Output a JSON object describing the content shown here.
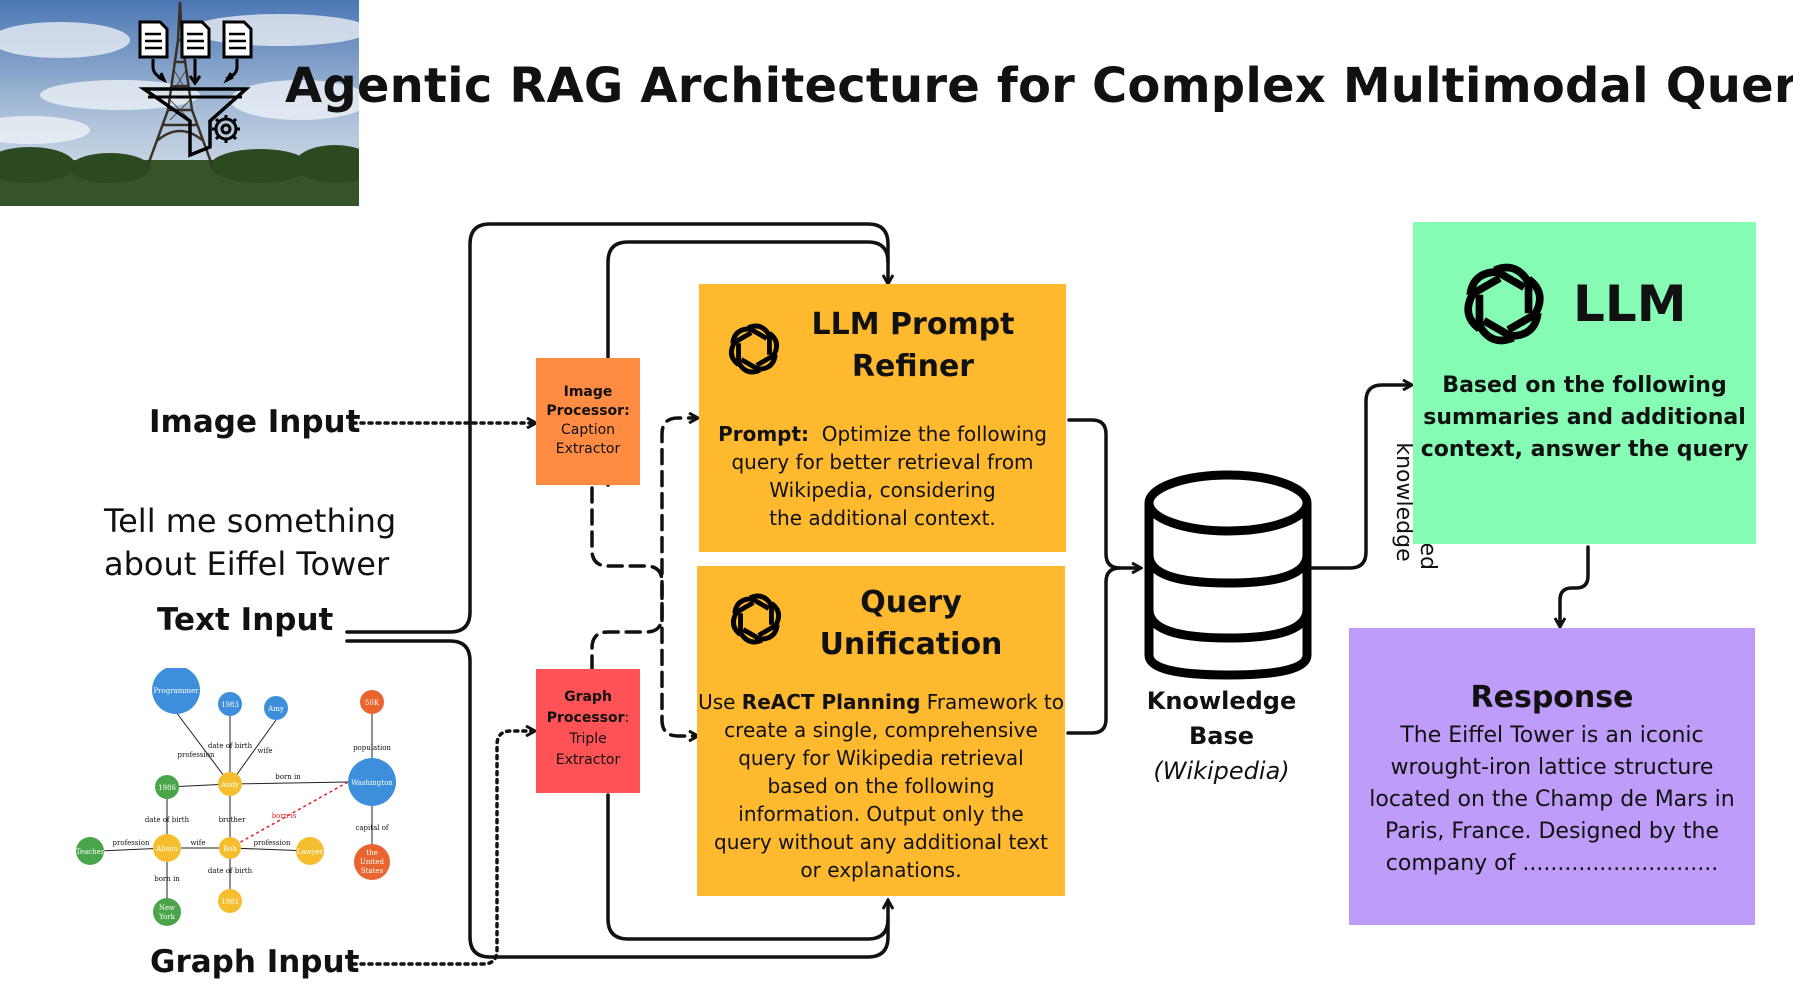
{
  "title": "Agentic RAG Architecture for Complex Multimodal Queries",
  "icons": {
    "header": "document-funnel-gear-icon",
    "brand": "openai-logo-icon",
    "database": "database-icon",
    "photo": "eiffel-tower-photo",
    "graph": "knowledge-graph-icon"
  },
  "inputs": {
    "image_label": "Image Input",
    "text_query_line1": "Tell me something",
    "text_query_line2": "about Eiffel Tower",
    "text_label": "Text Input",
    "graph_label": "Graph Input"
  },
  "image_processor": {
    "title": "Image Processor:",
    "line1": "Caption",
    "line2": "Extractor"
  },
  "graph_processor": {
    "title1": "Graph",
    "title2": "Processor",
    "suffix": ":",
    "line1": "Triple",
    "line2": "Extractor"
  },
  "refiner": {
    "title_line1": "LLM Prompt",
    "title_line2": "Refiner",
    "prompt_label": "Prompt:",
    "body_line1": "Optimize the following",
    "body_line2": "query for better retrieval from",
    "body_line3": "Wikipedia, considering",
    "body_line4": "the additional context."
  },
  "unification": {
    "title_line1": "Query",
    "title_line2": "Unification",
    "use": "Use",
    "framework_bold": "ReACT Planning",
    "framework_rest": "Framework to",
    "line2": "create a single, comprehensive",
    "line3": "query for Wikipedia retrieval",
    "line4": "based on the following",
    "line5": "information. Output only the",
    "line6": "query without any additional text",
    "line7": "or explanations."
  },
  "knowledge_base": {
    "line1": "Knowledge",
    "line2": "Base",
    "sub": "(Wikipedia)"
  },
  "edge_label": {
    "line1": "summarized",
    "line2": "knowledge"
  },
  "llm": {
    "title": "LLM",
    "line1": "Based on the following",
    "line2": "summaries and additional",
    "line3": "context, answer the query"
  },
  "response": {
    "title": "Response",
    "line1": "The Eiffel Tower is an iconic",
    "line2": "wrought-iron lattice structure",
    "line3": "located on the Champ de Mars in",
    "line4": "Paris, France. Designed by the",
    "line5": "company of ............................"
  },
  "graph_nodes": {
    "programmer": "Programmer",
    "y1983": "1983",
    "amy": "Amy",
    "k50": "50K",
    "andy": "Andy",
    "washington": "Washington",
    "y1986": "1986",
    "teacher": "Teacher",
    "alison": "Alison",
    "bob": "Bob",
    "lawyer": "Lawyer",
    "us1": "the",
    "us2": "United",
    "us3": "States",
    "y1981": "1981",
    "ny1": "New",
    "ny2": "York"
  },
  "graph_edges": {
    "dob1": "date of birth",
    "wife1": "wife",
    "prof1": "profession",
    "born1": "born in",
    "pop": "population",
    "dob2": "date of birth",
    "brother": "brother",
    "bornis": "born is",
    "capital": "capital of",
    "prof2": "profession",
    "wife2": "wife",
    "prof3": "profession",
    "bornin2": "born in",
    "dob3": "date of birth"
  },
  "colors": {
    "image_processor": "#ff8c42",
    "graph_processor": "#ff5257",
    "refiner": "#ffb92e",
    "unification": "#ffb92e",
    "llm": "#86fbb4",
    "response": "#be9dfa",
    "node_blue": "#3d8fdb",
    "node_orange": "#f6bd2e",
    "node_green": "#4aa54a",
    "node_red": "#e8652f"
  }
}
